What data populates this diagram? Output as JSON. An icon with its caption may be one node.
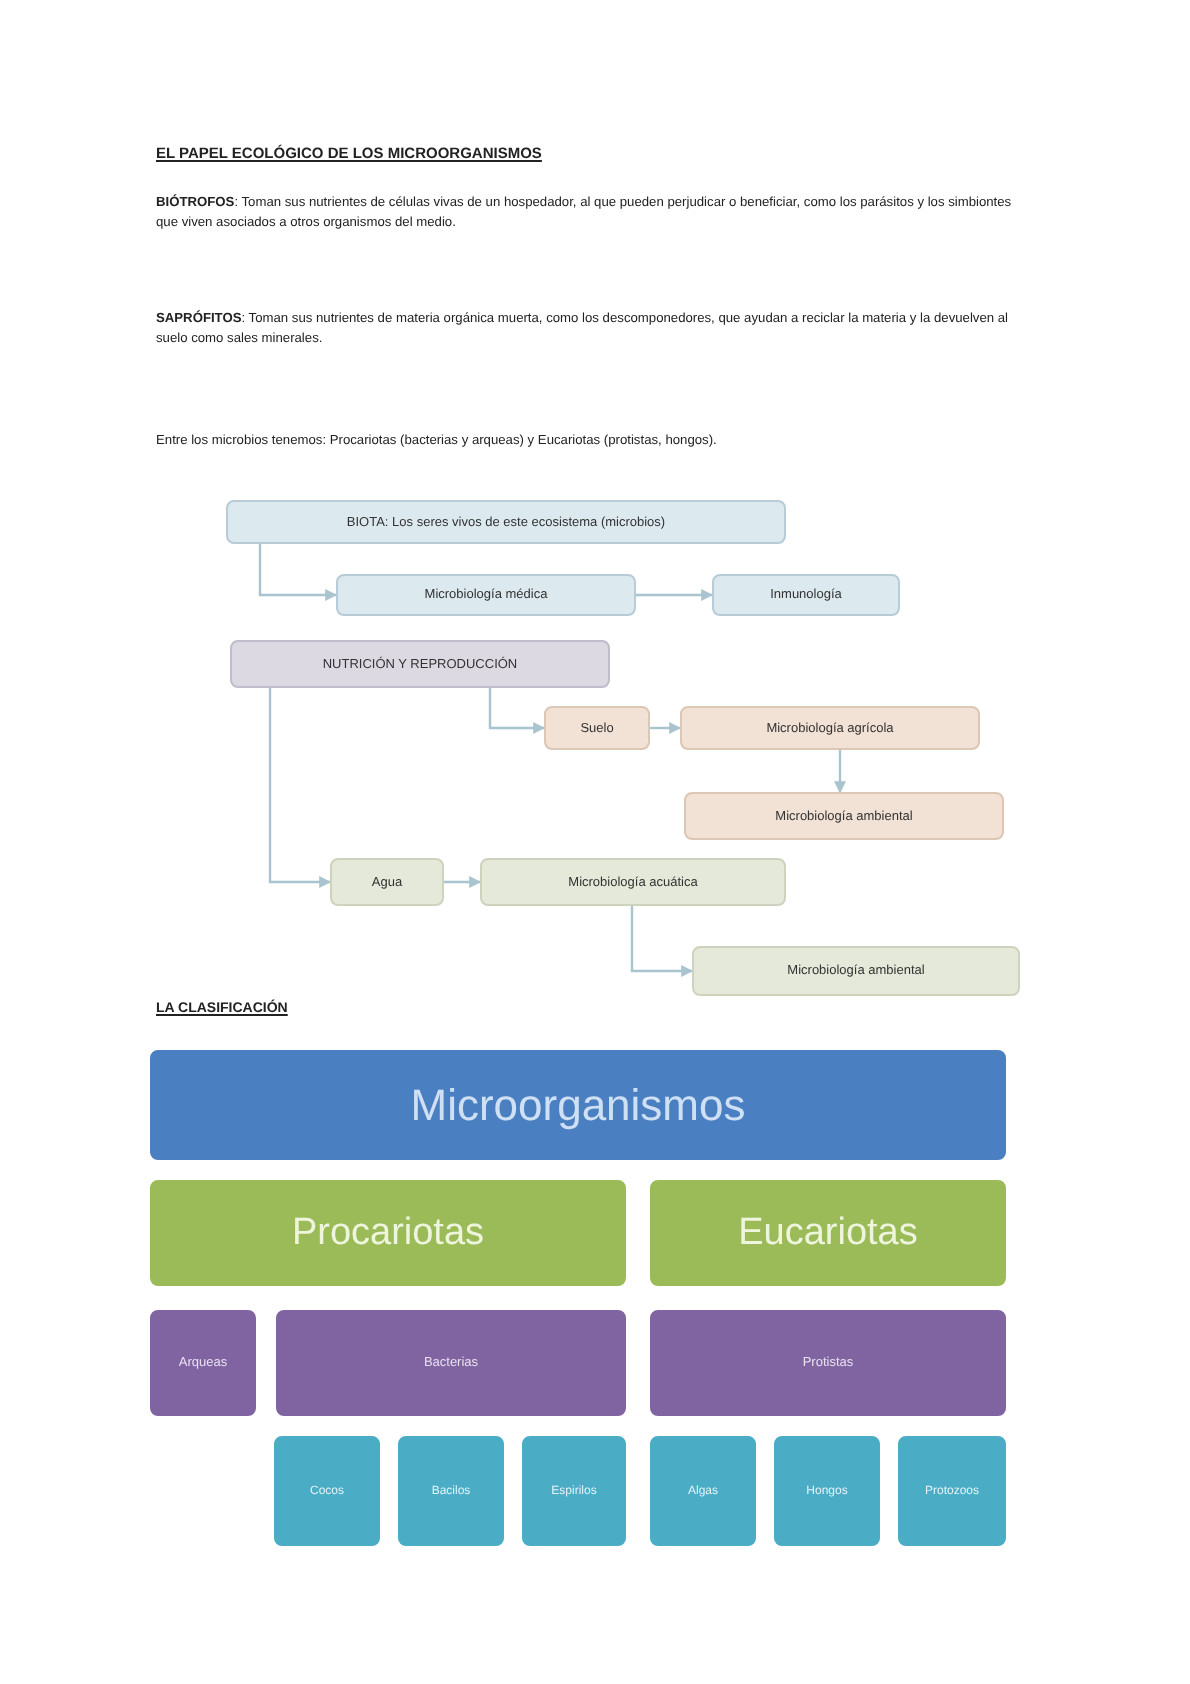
{
  "diagram": {
    "title": "EL PAPEL ECOLÓGICO DE LOS MICROORGANISMOS",
    "nodes": [
      {
        "text": [
          "BIOTA: Los seres vivos de este ecosistema (microbios)"
        ]
      },
      {
        "text": [
          "Microbiología médica"
        ]
      },
      {
        "text": [
          "Inmunología"
        ]
      },
      {
        "text": [
          "NUTRICIÓN Y REPRODUCCIÓN"
        ]
      },
      {
        "text": [
          "Suelo"
        ]
      },
      {
        "text": [
          "Microbiología agrícola"
        ]
      },
      {
        "text": [
          "Microbiología ambiental"
        ]
      },
      {
        "text": [
          "Agua"
        ]
      },
      {
        "text": [
          "Microbiología acuática"
        ]
      },
      {
        "text": [
          "Microbiología ambiental"
        ]
      },
      {
        "text": [
          "Microorganismos"
        ]
      },
      {
        "text": [
          "Procariotas"
        ]
      },
      {
        "text": [
          "Eucariotas"
        ]
      },
      {
        "text": [
          "Arqueas"
        ]
      },
      {
        "text": [
          "Bacterias"
        ]
      },
      {
        "text": [
          "Protistas"
        ]
      },
      {
        "text": [
          "Cocos"
        ]
      },
      {
        "text": [
          "Bacilos"
        ]
      },
      {
        "text": [
          "Espirilos"
        ]
      },
      {
        "text": [
          "Algas"
        ]
      },
      {
        "text": [
          "Hongos"
        ]
      },
      {
        "text": [
          "Protozoos"
        ]
      }
    ],
    "edges": [
      {
        "from": 0,
        "to": 1,
        "arrow": "to"
      },
      {
        "from": 1,
        "to": 2,
        "arrow": "to"
      },
      {
        "from": 3,
        "to": 4,
        "arrow": "to"
      },
      {
        "from": 4,
        "to": 5,
        "arrow": "to"
      },
      {
        "from": 5,
        "to": 6,
        "arrow": "to"
      },
      {
        "from": 3,
        "to": 7,
        "arrow": "to"
      },
      {
        "from": 7,
        "to": 8,
        "arrow": "to"
      },
      {
        "from": 8,
        "to": 9,
        "arrow": "to"
      }
    ],
    "labels": [
      "**BIÓTROFOS**: Toman sus nutrientes de células vivas de un hospedador, al que pueden perjudicar o beneficiar, como los parásitos y los simbiontes que viven asociados a otros organismos del medio.",
      "**SAPRÓFITOS**: Toman sus nutrientes de materia orgánica muerta, como los descomponedores, que ayudan a reciclar la materia y la devuelven al suelo como sales minerales.",
      "Entre los microbios tenemos: Procariotas (bacterias y arqueas) y Eucariotas (protistas, hongos).",
      "LA CLASIFICACIÓN"
    ]
  }
}
